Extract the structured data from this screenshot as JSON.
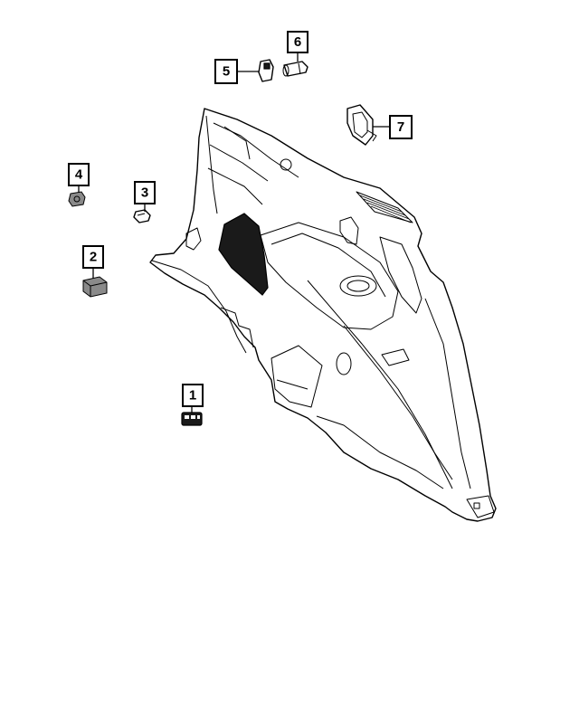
{
  "diagram": {
    "callouts": [
      {
        "id": "1",
        "label": "1"
      },
      {
        "id": "2",
        "label": "2"
      },
      {
        "id": "3",
        "label": "3"
      },
      {
        "id": "4",
        "label": "4"
      },
      {
        "id": "5",
        "label": "5"
      },
      {
        "id": "6",
        "label": "6"
      },
      {
        "id": "7",
        "label": "7"
      }
    ],
    "colors": {
      "line": "#000000",
      "background": "#ffffff",
      "shade": "#1a1a1a"
    }
  }
}
